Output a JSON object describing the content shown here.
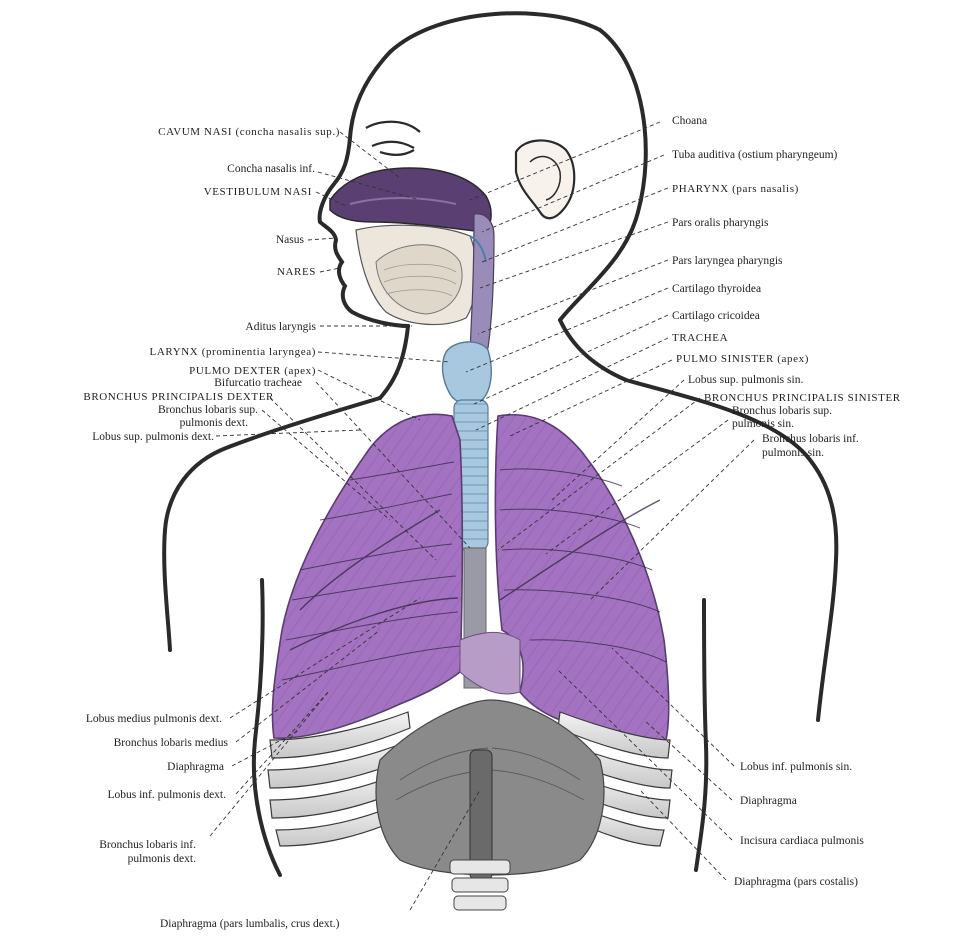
{
  "figure": {
    "labels_left": [
      {
        "text": "CAVUM NASI (concha nasalis sup.)"
      },
      {
        "text": "Concha nasalis inf."
      },
      {
        "text": "VESTIBULUM NASI"
      },
      {
        "text": "Nasus"
      },
      {
        "text": "NARES"
      },
      {
        "text": "Aditus laryngis"
      },
      {
        "text": "LARYNX (prominentia laryngea)"
      },
      {
        "text": "PULMO DEXTER (apex)"
      },
      {
        "text": "Bifurcatio tracheae"
      },
      {
        "text": "BRONCHUS PRINCIPALIS DEXTER"
      },
      {
        "text": "Bronchus lobaris sup."
      },
      {
        "text": "pulmonis dext."
      },
      {
        "text": "Lobus sup. pulmonis dext."
      },
      {
        "text": "Lobus medius pulmonis dext."
      },
      {
        "text": "Bronchus lobaris medius"
      },
      {
        "text": "Diaphragma"
      },
      {
        "text": "Lobus inf. pulmonis dext."
      },
      {
        "text": "Bronchus lobaris inf."
      },
      {
        "text": "pulmonis dext."
      }
    ],
    "labels_right": [
      {
        "text": "Choana"
      },
      {
        "text": "Tuba auditiva (ostium pharyngeum)"
      },
      {
        "text": "PHARYNX (pars nasalis)"
      },
      {
        "text": "Pars oralis pharyngis"
      },
      {
        "text": "Pars laryngea pharyngis"
      },
      {
        "text": "Cartilago thyroidea"
      },
      {
        "text": "Cartilago cricoidea"
      },
      {
        "text": "TRACHEA"
      },
      {
        "text": "PULMO SINISTER (apex)"
      },
      {
        "text": "Lobus sup. pulmonis sin."
      },
      {
        "text": "BRONCHUS PRINCIPALIS SINISTER"
      },
      {
        "text": "Bronchus lobaris sup."
      },
      {
        "text": "pulmonis sin."
      },
      {
        "text": "Bronchus lobaris inf."
      },
      {
        "text": "pulmonis sin."
      },
      {
        "text": "Lobus inf. pulmonis sin."
      },
      {
        "text": "Diaphragma"
      },
      {
        "text": "Incisura cardiaca pulmonis"
      },
      {
        "text": "Diaphragma (pars costalis)"
      }
    ],
    "labels_bottom": [
      {
        "text": "Diaphragma (pars lumbalis, crus dext.)"
      }
    ],
    "colors": {
      "outline": "#2a2a2a",
      "lung": "#a373c2",
      "lung_dark": "#7d4a9c",
      "nasal": "#5a3f73",
      "trachea": "#a8c8e0",
      "rib": "#d9d9d9",
      "diaphragm": "#8a8a8a",
      "label": "#1e1e1e"
    }
  }
}
